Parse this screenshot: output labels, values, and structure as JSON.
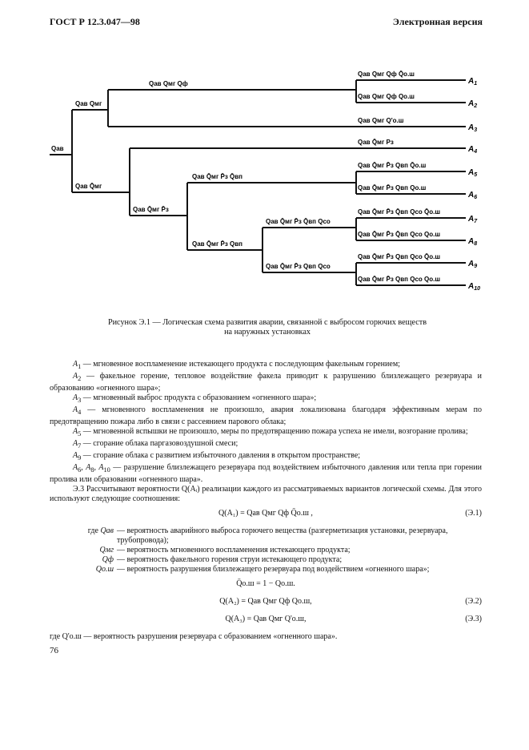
{
  "header": {
    "left": "ГОСТ Р 12.3.047—98",
    "right": "Электронная версия"
  },
  "diagram": {
    "labels": {
      "root": "Qав",
      "n1": "Qав Qмг",
      "n2": "Qав Q̄мг",
      "n3": "Qав Qмг Qф",
      "n4": "Qав Q̄мг P̄з",
      "n5": "Qав Q̄мг P̄з Q̄вп",
      "n6": "Qав Q̄мг P̄з Qвп",
      "n7": "Qав Q̄мг P̄з Q̄вп Qсо",
      "n8": "Qав Q̄мг P̄з Qвп Qсо"
    },
    "leaves": [
      {
        "letter": "A",
        "sub": "1",
        "label": "Qав Qмг Qф Q̄о.ш"
      },
      {
        "letter": "A",
        "sub": "2",
        "label": "Qав Qмг Qф Qо.ш"
      },
      {
        "letter": "A",
        "sub": "3",
        "label": "Qав Qмг Q'о.ш"
      },
      {
        "letter": "A",
        "sub": "4",
        "label": "Qав Q̄мг Pз"
      },
      {
        "letter": "A",
        "sub": "5",
        "label": "Qав Q̄мг P̄з Qвп Q̄о.ш"
      },
      {
        "letter": "A",
        "sub": "6",
        "label": "Qав Q̄мг P̄з Qвп Qо.ш"
      },
      {
        "letter": "A",
        "sub": "7",
        "label": "Qав Q̄мг P̄з Q̄вп Qсо Q̄о.ш"
      },
      {
        "letter": "A",
        "sub": "8",
        "label": "Qав Q̄мг P̄з Q̄вп Qсо Qо.ш"
      },
      {
        "letter": "A",
        "sub": "9",
        "label": "Qав Q̄мг P̄з Qвп Qсо Q̄о.ш"
      },
      {
        "letter": "A",
        "sub": "10",
        "label": "Qав Q̄мг P̄з Qвп Qсо Qо.ш"
      }
    ]
  },
  "caption": {
    "line1": "Рисунок Э.1 — Логическая схема развития аварии, связанной с выбросом горючих веществ",
    "line2": "на наружных установках"
  },
  "body": {
    "a1": "— мгновенное воспламенение истекающего продукта с последующим факельным горением;",
    "a2": "— факельное горение, тепловое воздействие факела приводит к разрушению близлежащего резервуара и образованию «огненного шара»;",
    "a3": "— мгновенный выброс продукта с образованием «огненного шара»;",
    "a4": "— мгновенного воспламенения не произошло, авария локализована благодаря эффективным мерам по предотвращению пожара либо в связи с рассеянием парового облака;",
    "a5": "— мгновенной вспышки не произошло, меры по предотвращению пожара успеха не имели, возгорание пролива;",
    "a7": "— сгорание облака паргазовоздушной смеси;",
    "a9": "— сгорание облака с развитием избыточного давления в открытом пространстве;",
    "a6_sep1": ", ",
    "a6_sep2": ", ",
    "a6": "— разрушение близлежащего резервуара под воздействием избыточного давления или тепла при горении пролива или образовании «огненного шара».",
    "e3": "Э.3 Рассчитывают вероятности Q(Aᵢ) реализации каждого из рассматриваемых вариантов логической схемы. Для этого используют следующие соотношения:",
    "f1": "Q(A₁) = Qав Qмг Qф Q̄о.ш ,",
    "f1n": "(Э.1)",
    "where": "где",
    "d1t": "Qав",
    "d1": "— вероятность аварийного выброса горючего вещества (разгерметизация установки, резервуара, трубопровода);",
    "d2t": "Qмг",
    "d2": "— вероятность мгновенного воспламенения истекающего продукта;",
    "d3t": "Qф",
    "d3": "— вероятность факельного горения струи истекающего продукта;",
    "d4t": "Qо.ш",
    "d4": "— вероятность разрушения близлежащего резервуара под воздействием «огненного шара»;",
    "f0": "Q̄о.ш = 1 − Qо.ш.",
    "f2": "Q(A₂) = Qав Qмг Qф Qо.ш,",
    "f2n": "(Э.2)",
    "f3": "Q(A₃) = Qав Qмг Q'о.ш,",
    "f3n": "(Э.3)",
    "last": "где Q'о.ш — вероятность разрушения резервуара с образованием «огненного шара»."
  },
  "page_number": "76"
}
